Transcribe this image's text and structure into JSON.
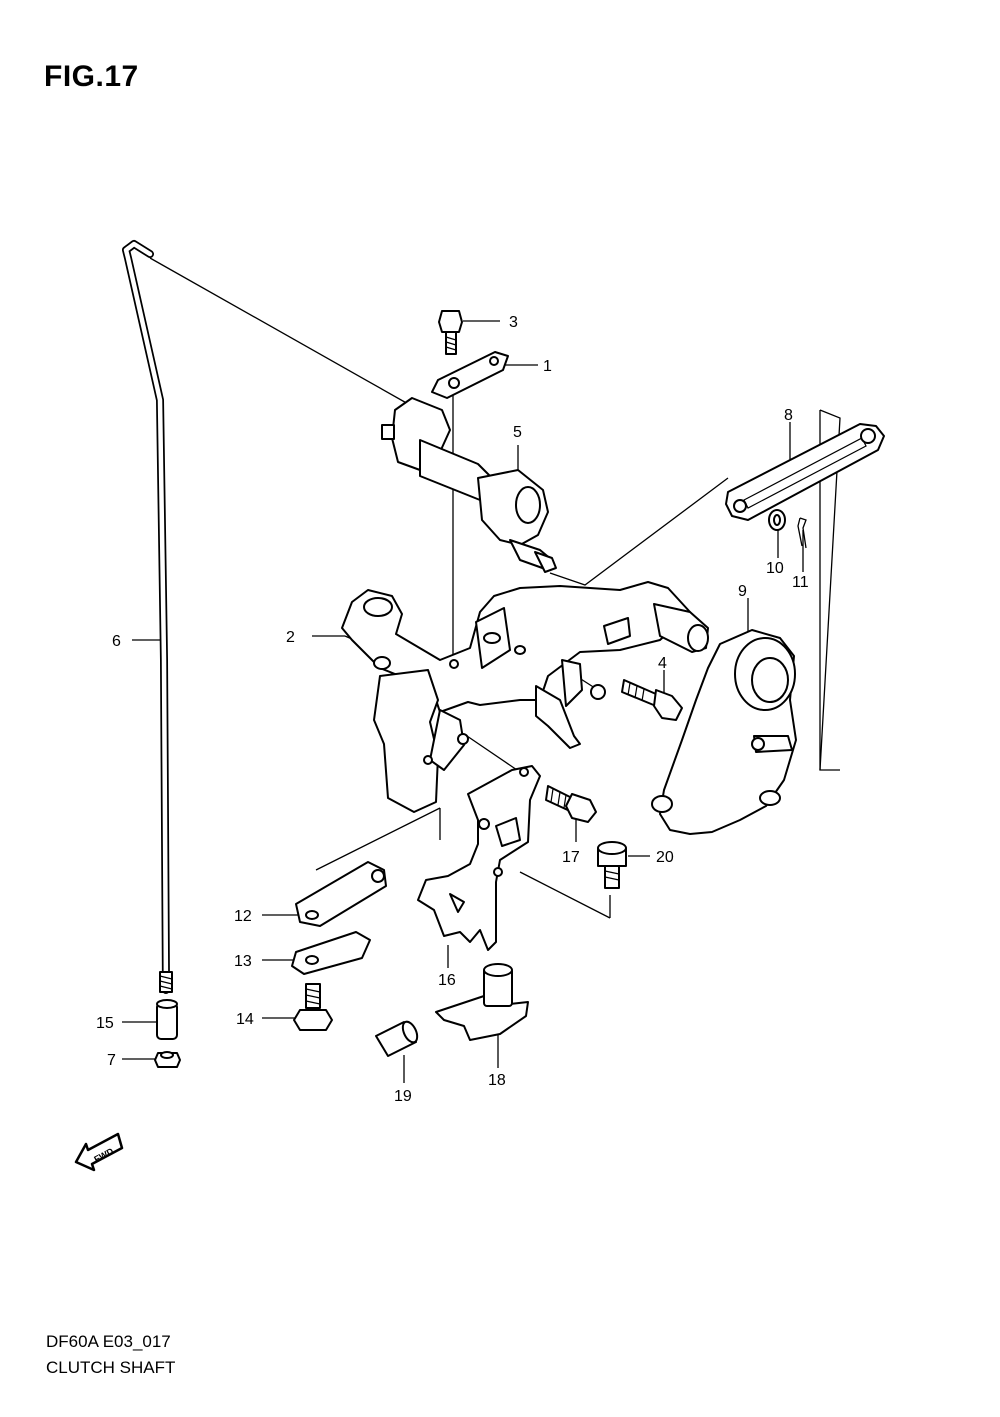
{
  "figure": {
    "title": "FIG.17",
    "code": "DF60A E03_017",
    "name": "CLUTCH SHAFT",
    "fwd_label": "FWD"
  },
  "callouts": {
    "c1": "1",
    "c2": "2",
    "c3": "3",
    "c4": "4",
    "c5": "5",
    "c6": "6",
    "c7": "7",
    "c8": "8",
    "c9": "9",
    "c10": "10",
    "c11": "11",
    "c12": "12",
    "c13": "13",
    "c14": "14",
    "c15": "15",
    "c16": "16",
    "c17": "17",
    "c18": "18",
    "c19": "19",
    "c20": "20"
  },
  "colors": {
    "line": "#000000",
    "background": "#ffffff"
  }
}
